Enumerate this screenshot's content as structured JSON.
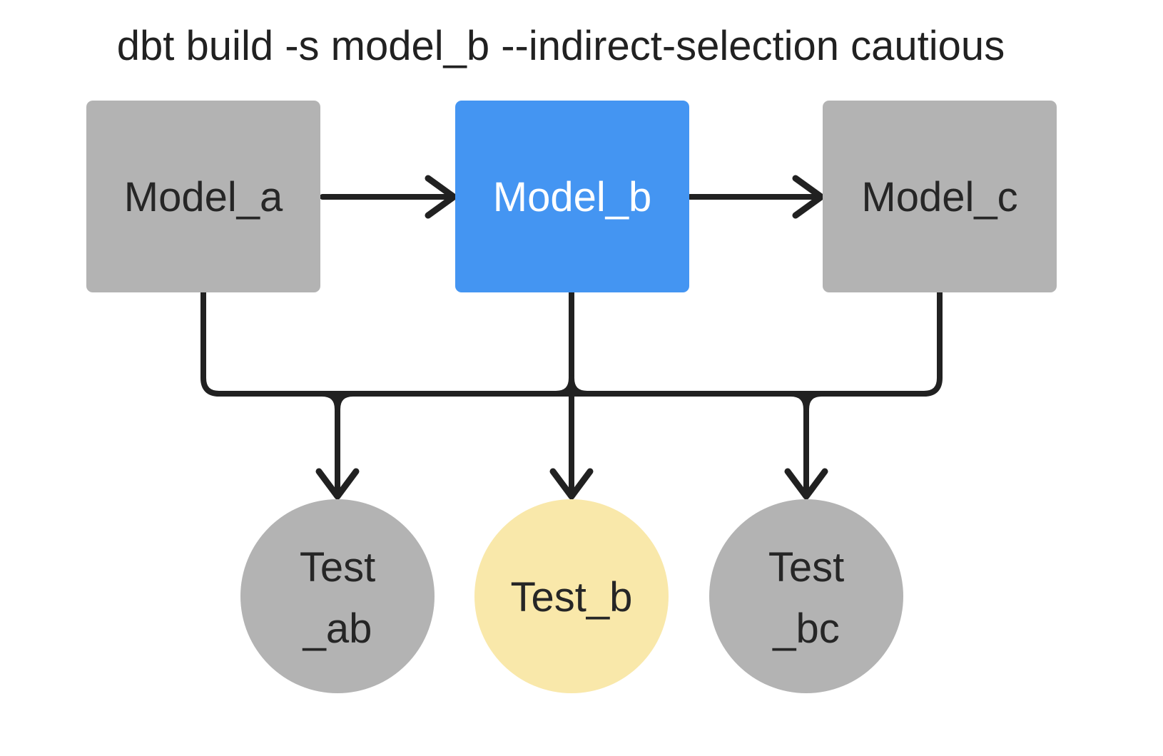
{
  "title": "dbt build -s model_b --indirect-selection cautious",
  "colors": {
    "background": "#ffffff",
    "node_gray": "#b3b3b3",
    "node_blue": "#4495f2",
    "node_yellow": "#f9e8aa",
    "edge": "#212121",
    "text_dark": "#262626",
    "text_light": "#ffffff"
  },
  "models": [
    {
      "id": "model_a",
      "label": "Model_a"
    },
    {
      "id": "model_b",
      "label": "Model_b"
    },
    {
      "id": "model_c",
      "label": "Model_c"
    }
  ],
  "tests": [
    {
      "id": "test_ab",
      "line1": "Test",
      "line2": "_ab"
    },
    {
      "id": "test_b",
      "line1": "Test_b"
    },
    {
      "id": "test_bc",
      "line1": "Test",
      "line2": "_bc"
    }
  ]
}
